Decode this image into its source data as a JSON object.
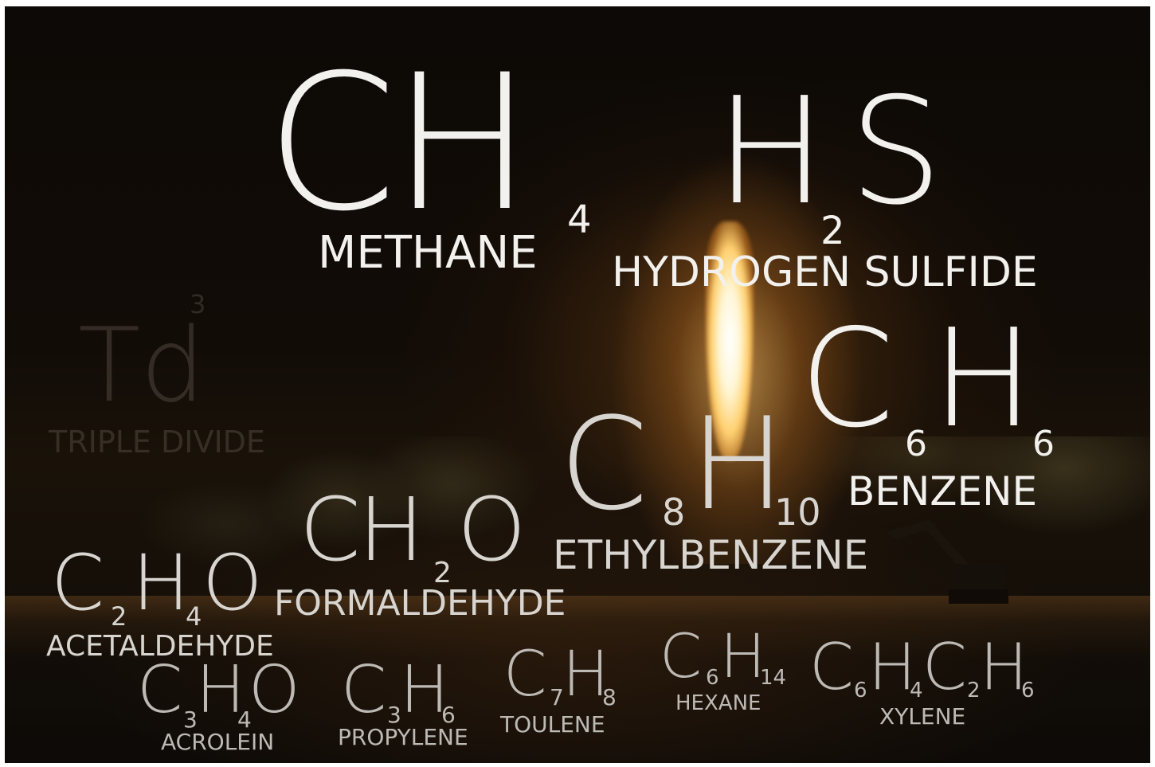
{
  "watermark": {
    "symbol": "Td",
    "superscript": "3",
    "label": "TRIPLE DIVIDE"
  },
  "compounds": {
    "methane": {
      "formula_main": "CH",
      "formula_sub": "4",
      "name": "METHANE"
    },
    "hydrogen_sulfide": {
      "formula_part1": "H",
      "formula_sub": "2",
      "formula_part2": "S",
      "name": "HYDROGEN SULFIDE"
    },
    "benzene": {
      "formula_part1": "C",
      "sub1": "6",
      "formula_part2": "H",
      "sub2": "6",
      "name": "BENZENE"
    },
    "ethylbenzene": {
      "formula_part1": "C",
      "sub1": "8",
      "formula_part2": "H",
      "sub2": "10",
      "name": "ETHYLBENZENE"
    },
    "formaldehyde": {
      "formula_part1": "CH",
      "sub1": "2",
      "formula_part2": "O",
      "name": "FORMALDEHYDE"
    },
    "acetaldehyde": {
      "formula_part1": "C",
      "sub1": "2",
      "formula_part2": "H",
      "sub2": "4",
      "formula_part3": "O",
      "name": "ACETALDEHYDE"
    },
    "acrolein": {
      "formula_part1": "C",
      "sub1": "3",
      "formula_part2": "H",
      "sub2": "4",
      "formula_part3": "O",
      "name": "ACROLEIN"
    },
    "propylene": {
      "formula_part1": "C",
      "sub1": "3",
      "formula_part2": "H",
      "sub2": "6",
      "name": "PROPYLENE"
    },
    "toulene": {
      "formula_part1": "C",
      "sub1": "7",
      "formula_part2": "H",
      "sub2": "8",
      "name": "TOULENE"
    },
    "hexane": {
      "formula_part1": "C",
      "sub1": "6",
      "formula_part2": "H",
      "sub2": "14",
      "name": "HEXANE"
    },
    "xylene": {
      "formula_part1": "C",
      "sub1": "6",
      "formula_part2": "H",
      "sub2": "4",
      "formula_part3": "C",
      "sub3": "2",
      "formula_part4": "H",
      "sub4": "6",
      "name": "XYLENE"
    }
  }
}
